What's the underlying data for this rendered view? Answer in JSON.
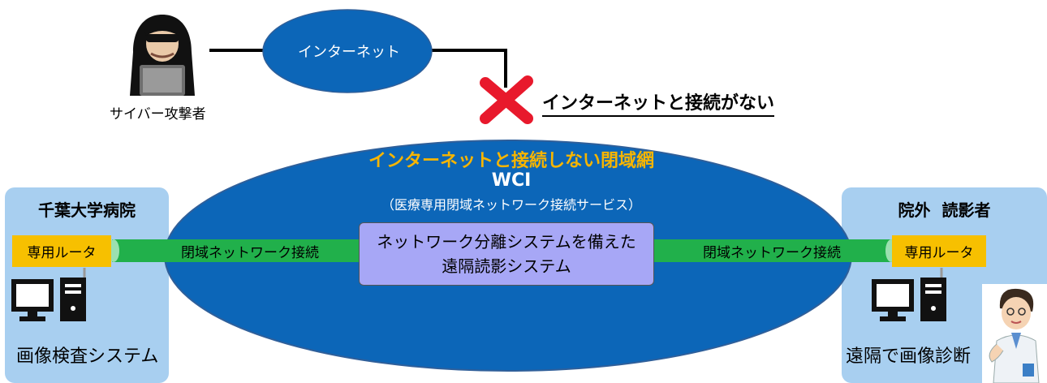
{
  "internet": {
    "label": "インターネット"
  },
  "attacker": {
    "label": "サイバー攻撃者"
  },
  "no_connection": {
    "label": "インターネットと接続がない"
  },
  "closed_network": {
    "title": "インターネットと接続しない閉域網",
    "name": "WCI",
    "description": "（医療専用閉域ネットワーク接続サービス）"
  },
  "center_system": {
    "line1": "ネットワーク分離システムを備えた",
    "line2": "遠隔読影システム"
  },
  "left_site": {
    "title": "千葉大学病院",
    "router": "専用ルータ",
    "connection": "閉域ネットワーク接続",
    "system": "画像検査システム"
  },
  "right_site": {
    "title": "院外  読影者",
    "router": "専用ルータ",
    "connection": "閉域ネットワーク接続",
    "system": "遠隔で画像診断"
  },
  "colors": {
    "network_blue": "#0c66b8",
    "pipe_green": "#21b04b",
    "router_yellow": "#f7c000",
    "site_box": "#a8cff0",
    "center_box": "#a7a7f6",
    "title_orange": "#f7b500",
    "blocked_red": "#e8192c"
  },
  "icons": [
    "hacker-icon",
    "blocked-x-icon",
    "computer-icon",
    "doctor-icon"
  ]
}
